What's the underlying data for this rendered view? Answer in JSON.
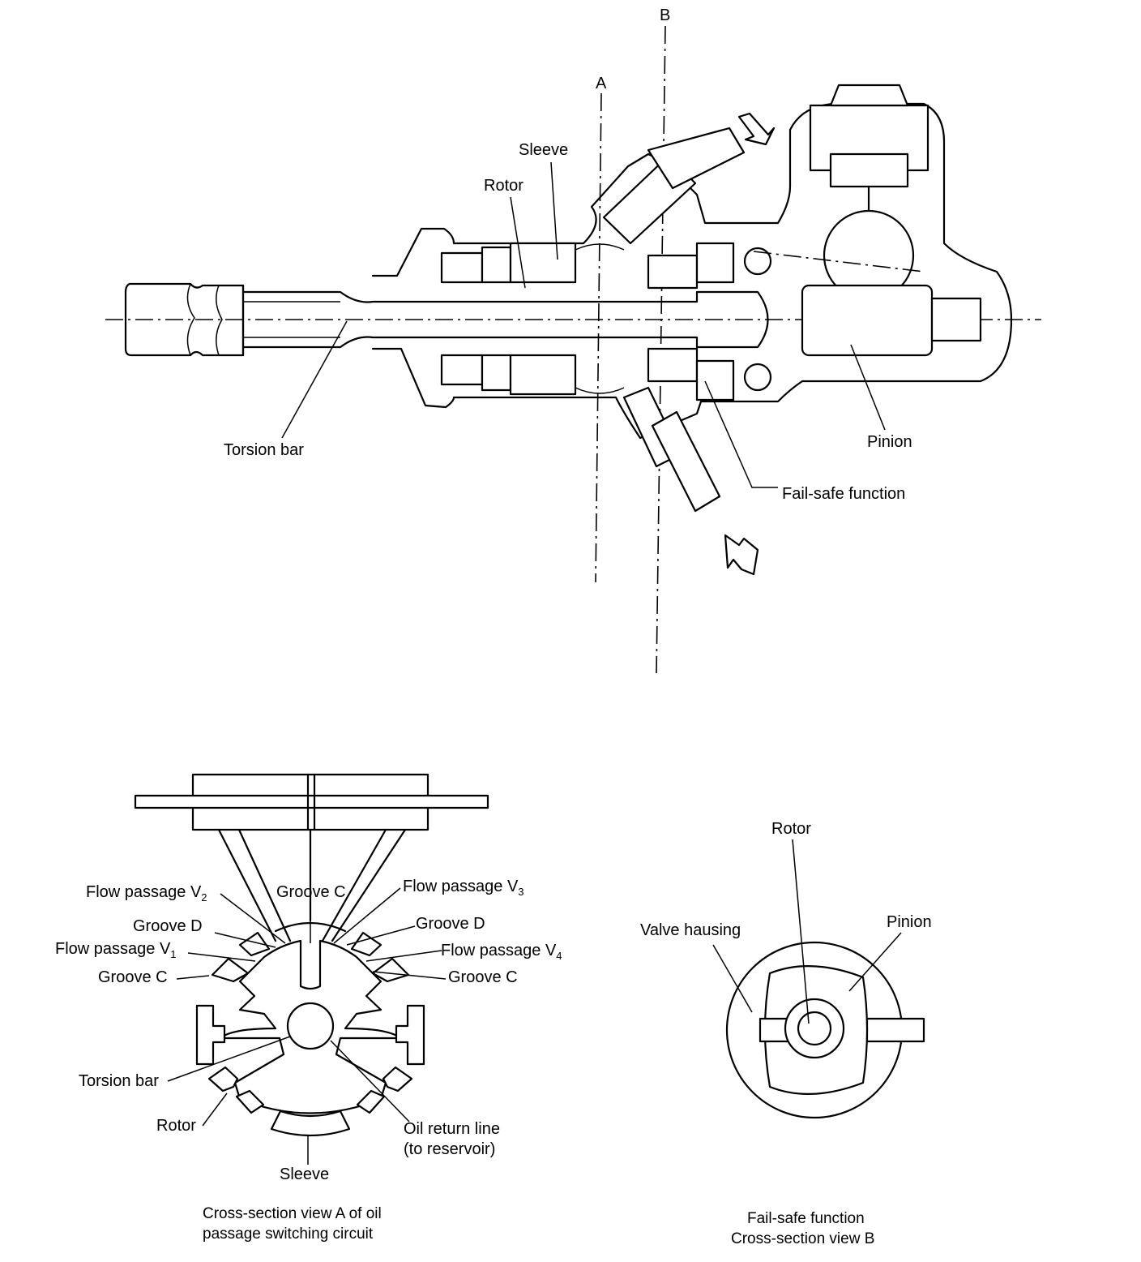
{
  "top_view": {
    "section_a": "A",
    "section_b": "B",
    "sleeve": "Sleeve",
    "rotor": "Rotor",
    "torsion_bar": "Torsion bar",
    "pinion": "Pinion",
    "fail_safe": "Fail-safe function"
  },
  "view_a": {
    "flow_v2": "Flow passage V",
    "flow_v2_sub": "2",
    "groove_c_top": "Groove C",
    "flow_v3": "Flow passage V",
    "flow_v3_sub": "3",
    "groove_d_left": "Groove D",
    "groove_d_right": "Groove D",
    "flow_v1": "Flow passage V",
    "flow_v1_sub": "1",
    "flow_v4": "Flow passage V",
    "flow_v4_sub": "4",
    "groove_c_left": "Groove C",
    "groove_c_right": "Groove C",
    "torsion_bar": "Torsion bar",
    "rotor": "Rotor",
    "oil_return_1": "Oil return line",
    "oil_return_2": "(to reservoir)",
    "sleeve": "Sleeve",
    "caption_1": "Cross-section view A of oil",
    "caption_2": "passage switching circuit"
  },
  "view_b": {
    "rotor": "Rotor",
    "pinion": "Pinion",
    "valve_housing": "Valve hausing",
    "caption_1": "Fail-safe function",
    "caption_2": "Cross-section view B"
  }
}
